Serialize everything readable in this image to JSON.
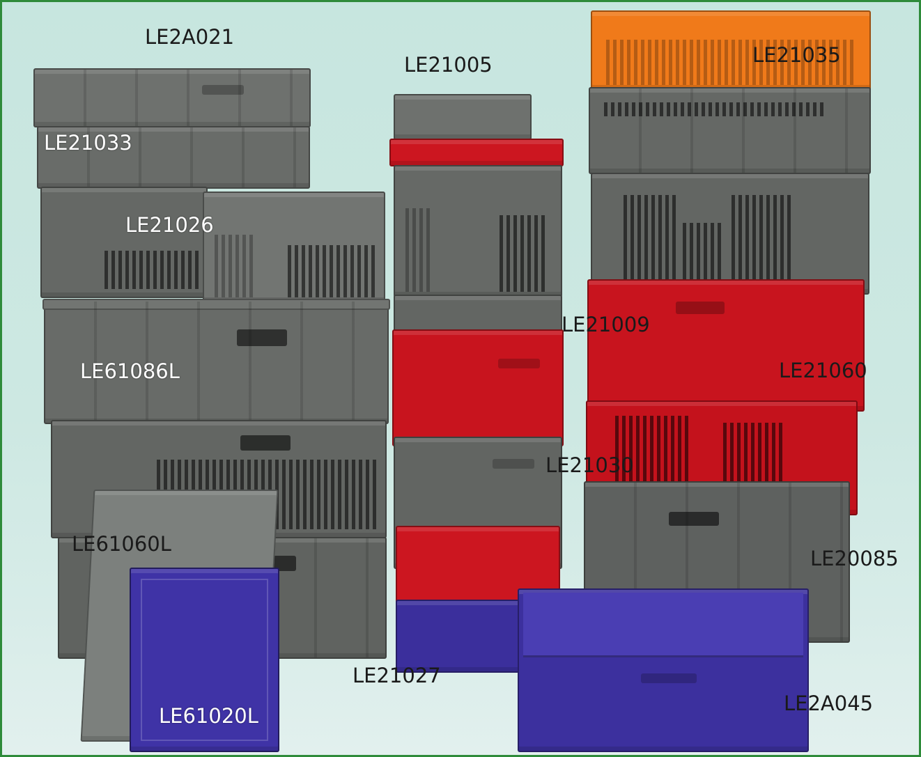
{
  "photo": {
    "subject": "Stacks of stackable plastic storage crates in grey, red, orange and blue"
  },
  "colors": {
    "grey": "#6b6e6b",
    "grey_dark": "#5a5d5b",
    "red": "#c8141e",
    "orange": "#f07a1a",
    "blue": "#3b2f9c",
    "frame": "#2e8b3a"
  },
  "labels": {
    "le2a021": "LE2A021",
    "le21005": "LE21005",
    "le21035": "LE21035",
    "le21033": "LE21033",
    "le21026": "LE21026",
    "le21009": "LE21009",
    "le61086l": "LE61086L",
    "le21060": "LE21060",
    "le21030": "LE21030",
    "le61060l": "LE61060L",
    "le20085": "LE20085",
    "le21027": "LE21027",
    "le2a045": "LE2A045",
    "le61020l": "LE61020L"
  }
}
